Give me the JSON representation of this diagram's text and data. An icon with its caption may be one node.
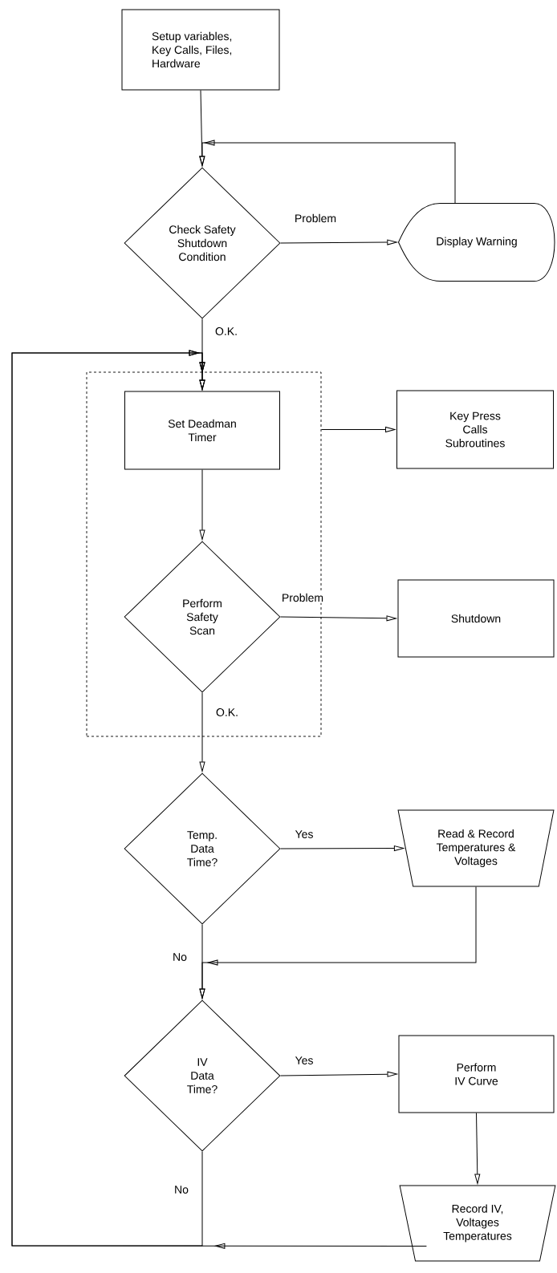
{
  "diagram": {
    "nodes": [
      {
        "text": [
          "Setup variables, Key Calls, Files, Hardware"
        ]
      },
      {
        "text": [
          "Check Safety Shutdown Condition"
        ]
      },
      {
        "text": [
          "Display Warning"
        ]
      },
      {
        "text": [],
        "shape": "box"
      },
      {
        "text": [
          "Set Deadman Timer"
        ],
        "in": 3
      },
      {
        "text": [
          "Perform Safety Scan"
        ],
        "in": 3
      },
      {
        "text": [
          "Key Press Calls Subroutines"
        ]
      },
      {
        "text": [
          "Shutdown"
        ]
      },
      {
        "text": [
          "Temp. Data Time?"
        ]
      },
      {
        "text": [
          "Read & Record Temperatures & Voltages"
        ]
      },
      {
        "text": [
          "IV Data Time?"
        ]
      },
      {
        "text": [
          "Perform IV Curve"
        ]
      },
      {
        "text": [
          "Record IV, Voltages Temperatures"
        ]
      }
    ],
    "edges": [
      {
        "from": 0,
        "to": 1,
        "arrow": "to"
      },
      {
        "from": 1,
        "to": 2,
        "arrow": "to",
        "label": "Problem"
      },
      {
        "from": 2,
        "to": 1,
        "arrow": "to"
      },
      {
        "from": 1,
        "to": 4,
        "arrow": "to",
        "label": "O.K."
      },
      {
        "from": 3,
        "to": 6,
        "arrow": "to"
      },
      {
        "from": 4,
        "to": 5,
        "arrow": "to"
      },
      {
        "from": 5,
        "to": 7,
        "arrow": "to",
        "label": "Problem"
      },
      {
        "from": 5,
        "to": 8,
        "arrow": "to",
        "label": "O.K."
      },
      {
        "from": 8,
        "to": 9,
        "arrow": "to",
        "label": "Yes"
      },
      {
        "from": 8,
        "to": 10,
        "arrow": "to",
        "label": "No"
      },
      {
        "from": 9,
        "to": 10,
        "arrow": "to"
      },
      {
        "from": 10,
        "to": 11,
        "arrow": "to",
        "label": "Yes"
      },
      {
        "from": 11,
        "to": 12,
        "arrow": "to"
      },
      {
        "from": 10,
        "to": 4,
        "arrow": "to",
        "label": "No"
      },
      {
        "from": 12,
        "to": 4,
        "arrow": "to"
      }
    ]
  }
}
